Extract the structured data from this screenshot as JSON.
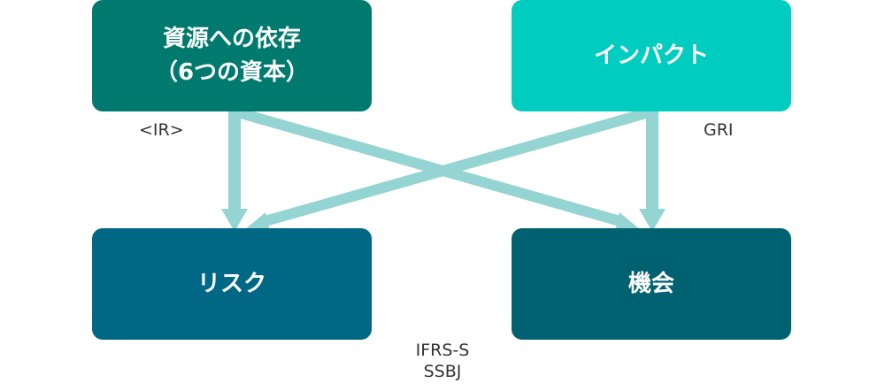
{
  "boxes": {
    "dependency": {
      "line1": "資源への依存",
      "line2": "（6つの資本）",
      "color": "#007a6e"
    },
    "impact": {
      "label": "インパクト",
      "color": "#00ccc0"
    },
    "risk": {
      "label": "リスク",
      "color": "#006785"
    },
    "opportunity": {
      "label": "機会",
      "color": "#006270"
    }
  },
  "frameworks": {
    "ir": "<IR>",
    "gri": "GRI",
    "ifrs_line1": "IFRS-S",
    "ifrs_line2": "SSBJ"
  },
  "arrow_color": "#94d4d2"
}
